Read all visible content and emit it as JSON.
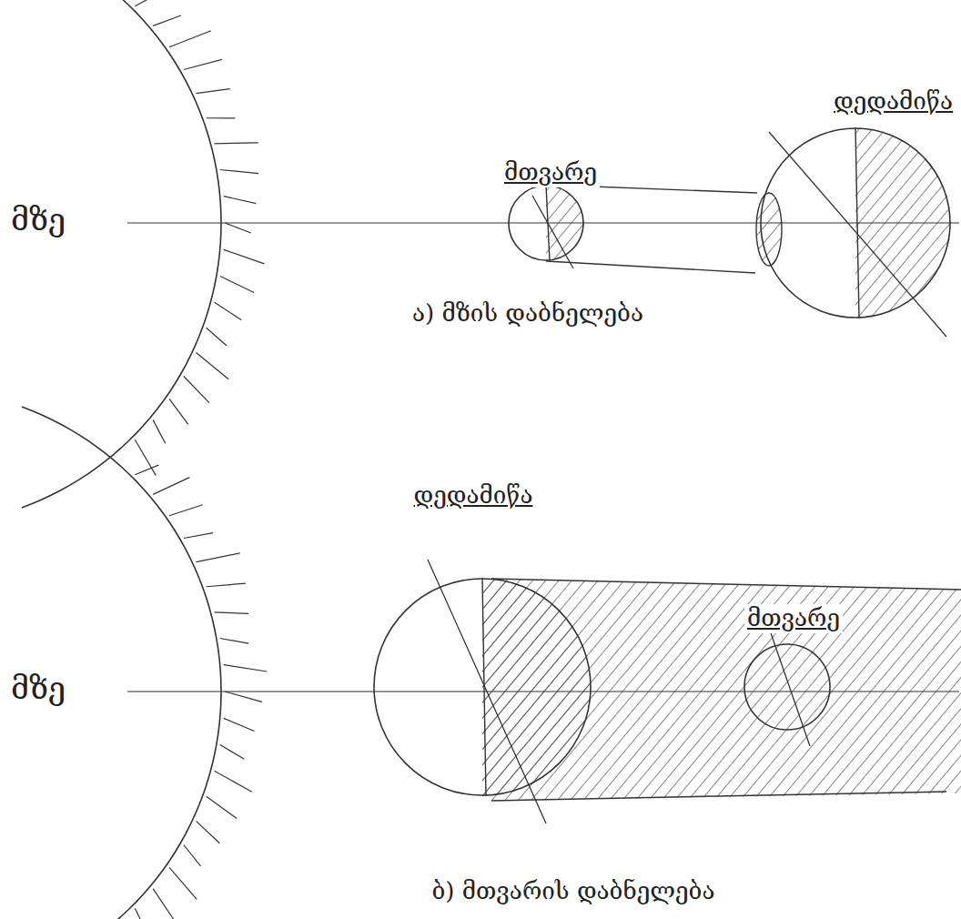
{
  "diagram": {
    "nodes": [
      {
        "text": [
          "მზე"
        ]
      },
      {
        "text": [
          "მთვარე"
        ]
      },
      {
        "text": [
          "დედამიწა"
        ]
      },
      {
        "text": [
          "მზე"
        ]
      },
      {
        "text": [
          "დედამიწა"
        ]
      },
      {
        "text": [
          "მთვარე"
        ]
      }
    ],
    "labels": [
      "ა) მზის დაბნელება",
      "ბ) მთვარის დაბნელება"
    ]
  }
}
